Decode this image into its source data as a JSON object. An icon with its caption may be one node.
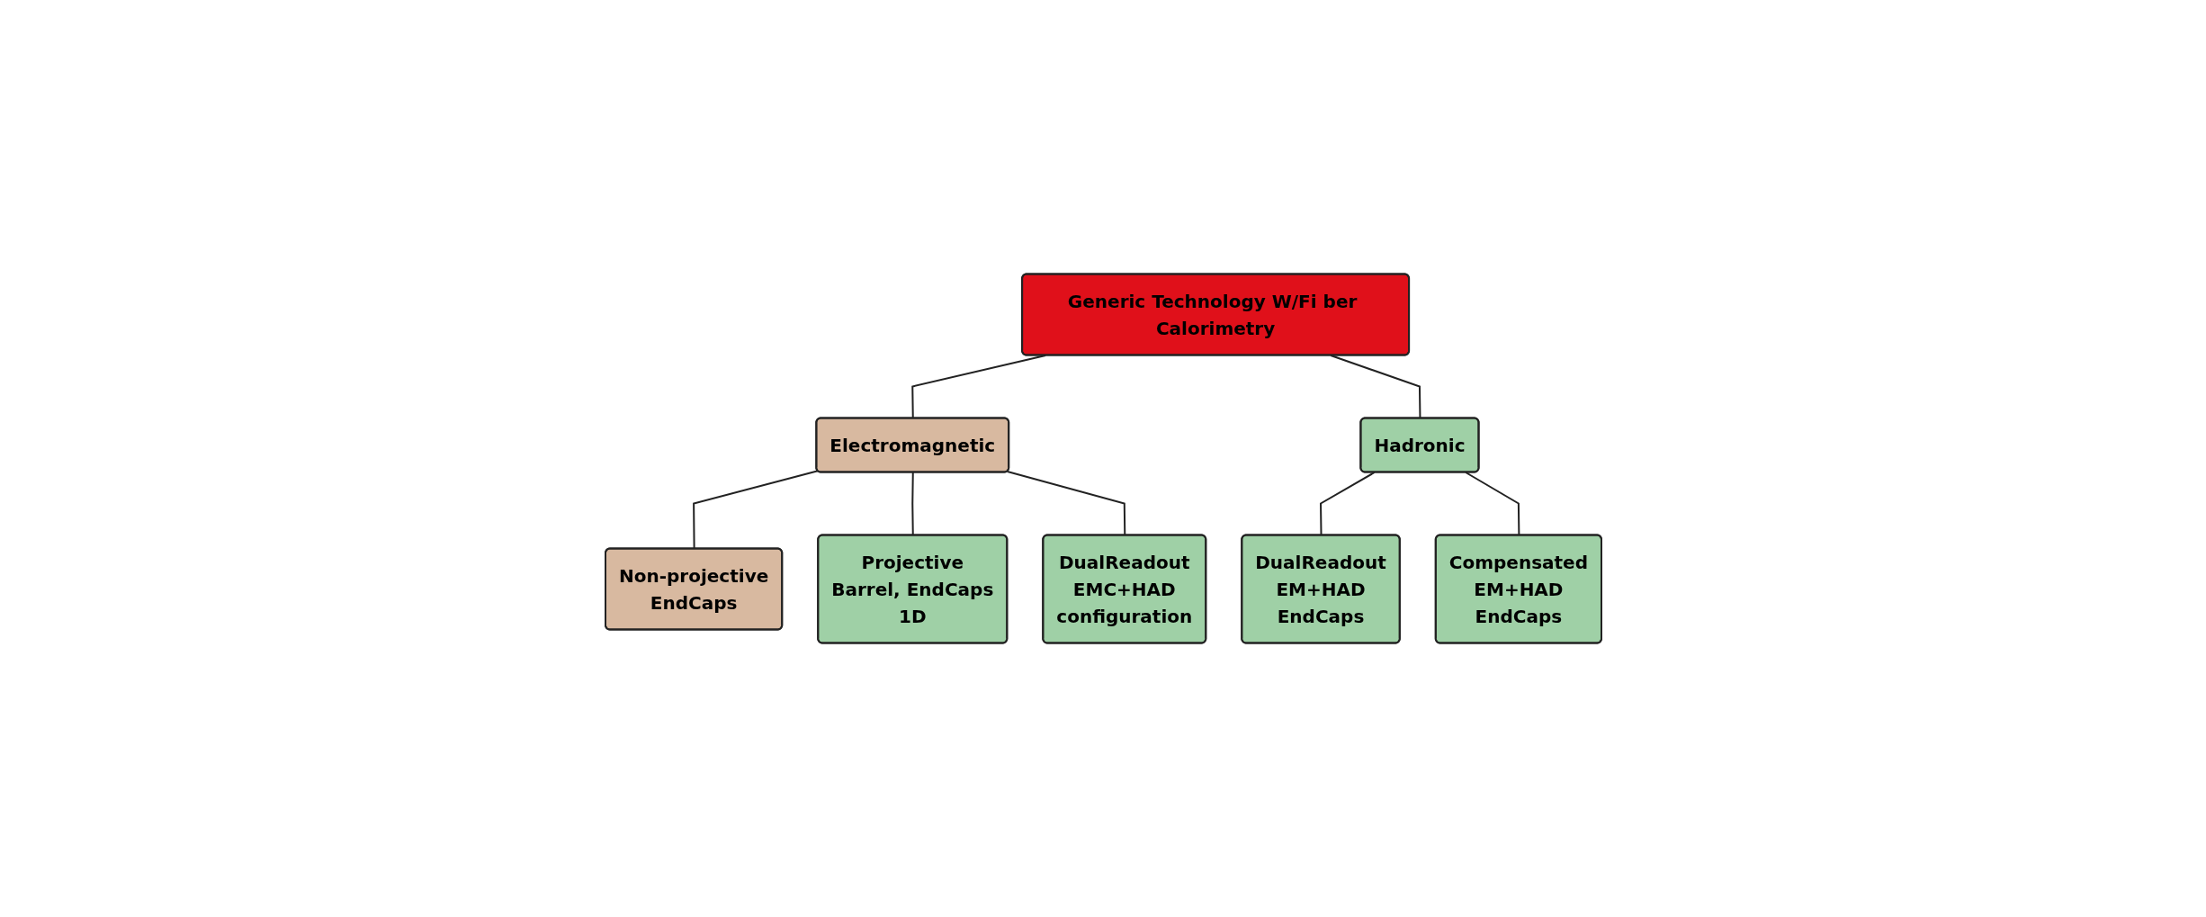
{
  "diagram": {
    "nodes": [
      {
        "text": [
          "Generic Technology W/Fi ber Calorimetry"
        ]
      },
      {
        "text": [
          "Electromagnetic"
        ]
      },
      {
        "text": [
          "Hadronic"
        ]
      },
      {
        "text": [
          "Non-projective",
          "EndCaps"
        ]
      },
      {
        "text": [
          "Projective",
          "Barrel, EndCaps",
          "1D"
        ]
      },
      {
        "text": [
          "DualReadout",
          "EMC+HAD",
          "configuration"
        ]
      },
      {
        "text": [
          "DualReadout",
          "EM+HAD",
          "EndCaps"
        ]
      },
      {
        "text": [
          "Compensated",
          "EM+HAD",
          "EndCaps"
        ]
      }
    ],
    "edges": [
      {
        "from": 0,
        "to": 1,
        "arrow": "none"
      },
      {
        "from": 0,
        "to": 2,
        "arrow": "none"
      },
      {
        "from": 1,
        "to": 3,
        "arrow": "none"
      },
      {
        "from": 1,
        "to": 4,
        "arrow": "none"
      },
      {
        "from": 1,
        "to": 5,
        "arrow": "none"
      },
      {
        "from": 2,
        "to": 6,
        "arrow": "none"
      },
      {
        "from": 2,
        "to": 7,
        "arrow": "none"
      }
    ]
  }
}
